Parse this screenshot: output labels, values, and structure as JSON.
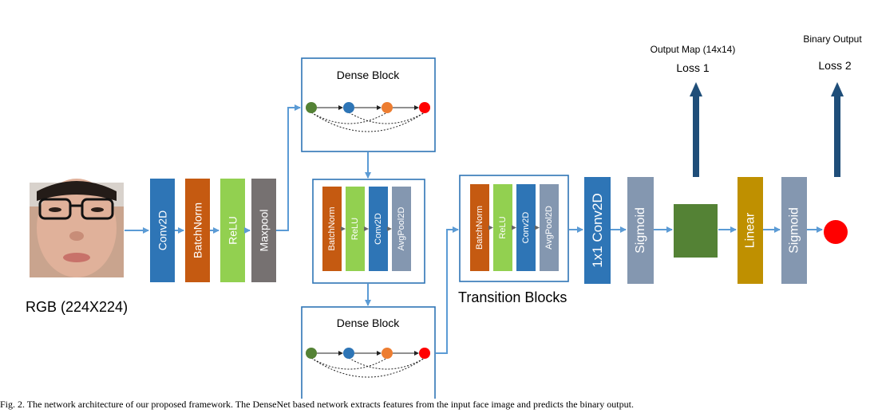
{
  "input": {
    "image_alt": "face photo",
    "label": "RGB (224X224)"
  },
  "stem_blocks": [
    {
      "label": "Conv2D",
      "color": "#2e75b6"
    },
    {
      "label": "BatchNorm",
      "color": "#c55a11"
    },
    {
      "label": "ReLU",
      "color": "#92d050"
    },
    {
      "label": "Maxpool",
      "color": "#767171"
    }
  ],
  "dense_block_title": "Dense Block",
  "dense_node_colors": [
    "#548235",
    "#2e75b6",
    "#ed7d31",
    "#ff0000"
  ],
  "transition_inner": [
    {
      "label": "BatchNorm",
      "color": "#c55a11"
    },
    {
      "label": "ReLU",
      "color": "#92d050"
    },
    {
      "label": "Conv2D",
      "color": "#2e75b6"
    },
    {
      "label": "AvgPool2D",
      "color": "#8497b0"
    }
  ],
  "transition_label": "Transition Blocks",
  "head_blocks": [
    {
      "label": "1x1 Conv2D",
      "color": "#2e75b6"
    },
    {
      "label": "Sigmoid",
      "color": "#8497b0"
    }
  ],
  "map_square_color": "#548235",
  "linear_block": {
    "label": "Linear",
    "color": "#bf9000"
  },
  "sigmoid2_block": {
    "label": "Sigmoid",
    "color": "#8497b0"
  },
  "output_dot_color": "#ff0000",
  "outputs": {
    "map": {
      "title": "Output Map (14x14)",
      "loss": "Loss 1"
    },
    "binary": {
      "title": "Binary Output",
      "loss": "Loss 2"
    }
  },
  "colors": {
    "arrow": "#5b9bd5",
    "frame": "#2e75b6",
    "up_arrow": "#1f4e79"
  },
  "caption": "Fig. 2. The network architecture of our proposed framework. The DenseNet based network extracts features from the input face image and predicts the binary output."
}
